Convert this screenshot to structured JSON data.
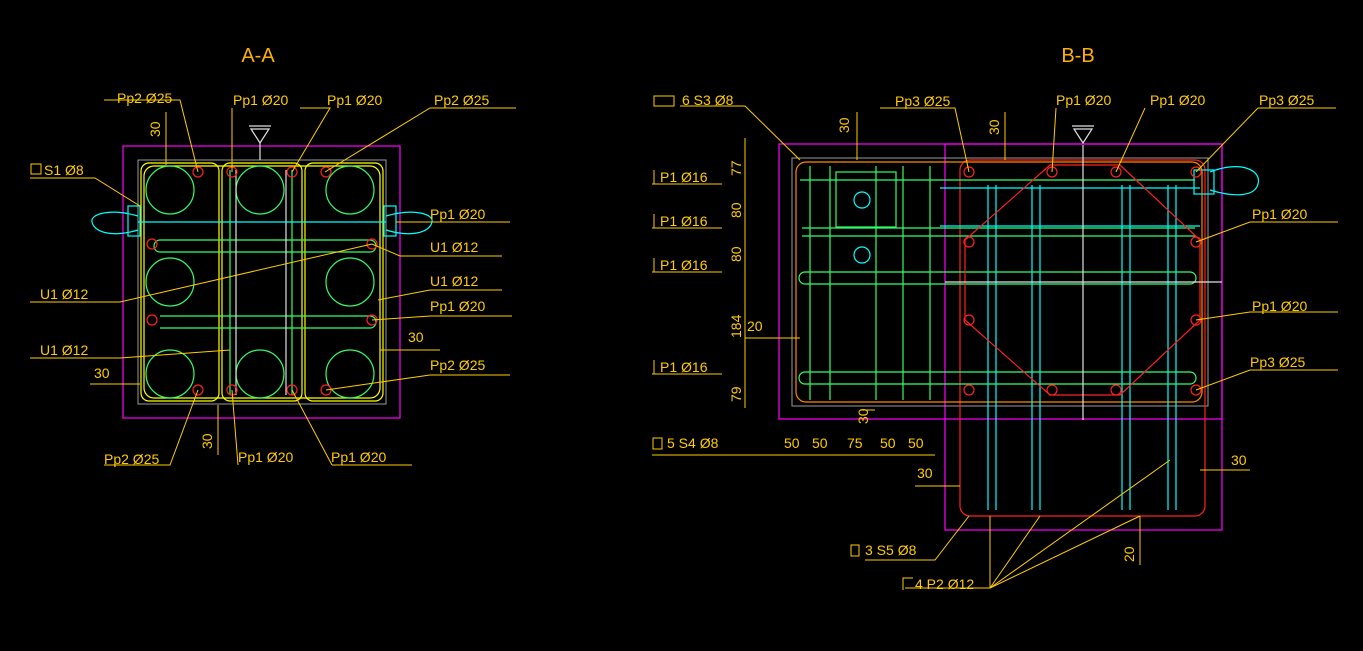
{
  "views": {
    "aa": {
      "title": "A-A",
      "labels": {
        "pp2_tl": "Pp2 Ø25",
        "pp1_tc1": "Pp1 Ø20",
        "pp1_tc2": "Pp1 Ø20",
        "pp2_tr": "Pp2 Ø25",
        "s1": "S1 Ø8",
        "pp1_r1": "Pp1 Ø20",
        "u1_r1": "U1 Ø12",
        "u1_r2": "U1 Ø12",
        "u1_l1": "U1 Ø12",
        "pp1_r2": "Pp1 Ø20",
        "u1_l2": "U1 Ø12",
        "pp2_r": "Pp2 Ø25",
        "pp2_bl": "Pp2 Ø25",
        "pp1_b1": "Pp1 Ø20",
        "pp1_b2": "Pp1 Ø20"
      },
      "dims": {
        "top": "30",
        "right": "30",
        "left": "30",
        "bottom": "30"
      }
    },
    "bb": {
      "title": "B-B",
      "labels": {
        "s3": "6 S3 Ø8",
        "pp3_tl": "Pp3 Ø25",
        "pp1_t1": "Pp1 Ø20",
        "pp1_t2": "Pp1 Ø20",
        "pp3_tr": "Pp3 Ø25",
        "p1_a": "P1 Ø16",
        "p1_b": "P1 Ø16",
        "p1_c": "P1 Ø16",
        "p1_d": "P1 Ø16",
        "pp1_r1": "Pp1 Ø20",
        "pp1_r2": "Pp1 Ø20",
        "pp3_r": "Pp3 Ø25",
        "s4": "5 S4 Ø8",
        "s5": "3 S5 Ø8",
        "p2": "4 P2 Ø12"
      },
      "dims": {
        "top1": "30",
        "top2": "30",
        "v77": "77",
        "v80a": "80",
        "v80b": "80",
        "v184": "184",
        "v79": "79",
        "h20": "20",
        "b30": "30",
        "h50a": "50",
        "h50b": "50",
        "h75": "75",
        "h50c": "50",
        "h50d": "50",
        "l30": "30",
        "r30": "30",
        "v20": "20"
      }
    }
  }
}
